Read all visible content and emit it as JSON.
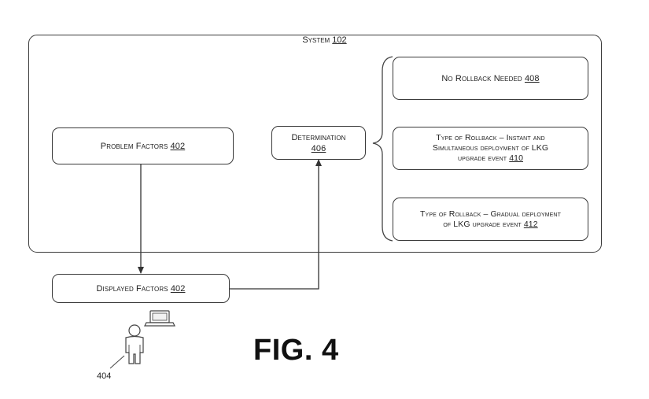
{
  "system": {
    "label": "System",
    "ref": "102"
  },
  "problem_factors": {
    "label": "Problem Factors",
    "ref": "402"
  },
  "determination": {
    "label": "Determination",
    "ref": "406"
  },
  "no_rollback": {
    "label": "No Rollback Needed",
    "ref": "408"
  },
  "instant_rollback": {
    "line1": "Type of Rollback – Instant and",
    "line2": "Simultaneous deployment of LKG",
    "line3": "upgrade event",
    "ref": "410"
  },
  "gradual_rollback": {
    "line1": "Type of Rollback – Gradual deployment",
    "line2": "of LKG upgrade event",
    "ref": "412"
  },
  "displayed_factors": {
    "label": "Displayed Factors",
    "ref": "402"
  },
  "user": {
    "ref": "404"
  },
  "figure": {
    "label": "FIG. 4"
  }
}
